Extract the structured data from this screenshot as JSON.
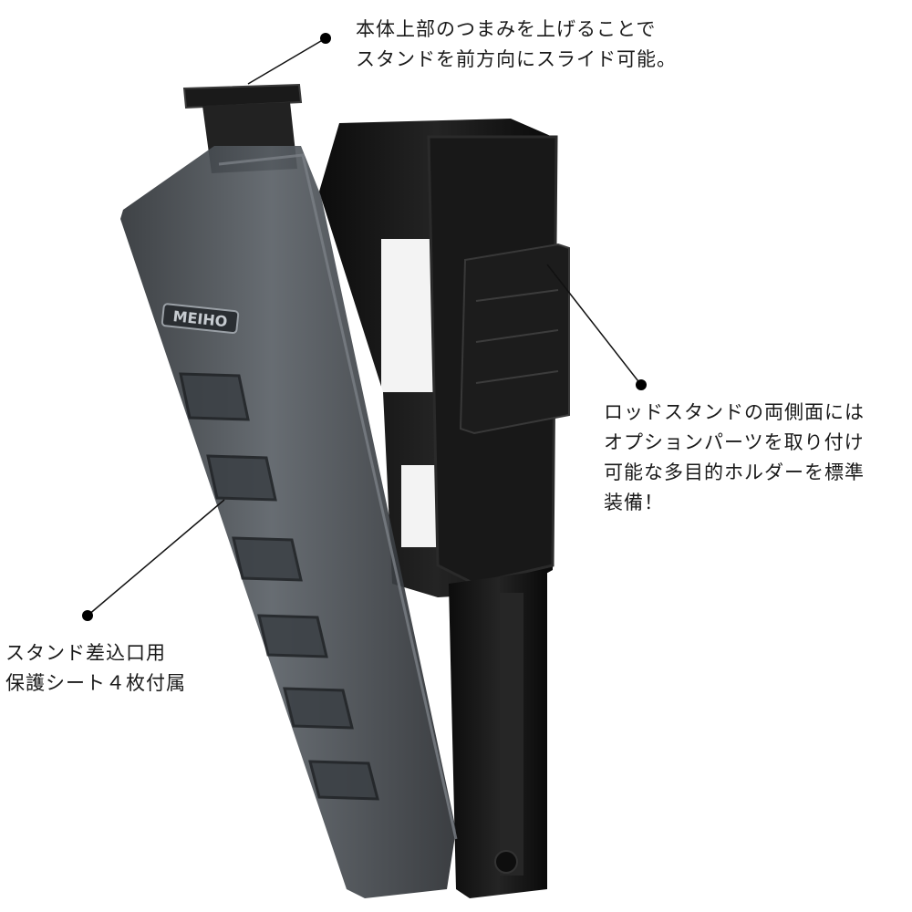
{
  "brand": {
    "logo_text": "MEIHO"
  },
  "callouts": {
    "top": {
      "lines": [
        "本体上部のつまみを上げることで",
        "スタンドを前方向にスライド可能。"
      ]
    },
    "right": {
      "lines": [
        "ロッドスタンドの両側面には",
        "オプションパーツを取り付け",
        "可能な多目的ホルダーを標準",
        "装備！"
      ]
    },
    "left": {
      "lines": [
        "スタンド差込口用",
        "保護シート４枚付属"
      ]
    }
  },
  "colors": {
    "black_part": "#151515",
    "smoke_part": "#4a4f55",
    "text": "#1a1a1a",
    "background": "#ffffff"
  }
}
